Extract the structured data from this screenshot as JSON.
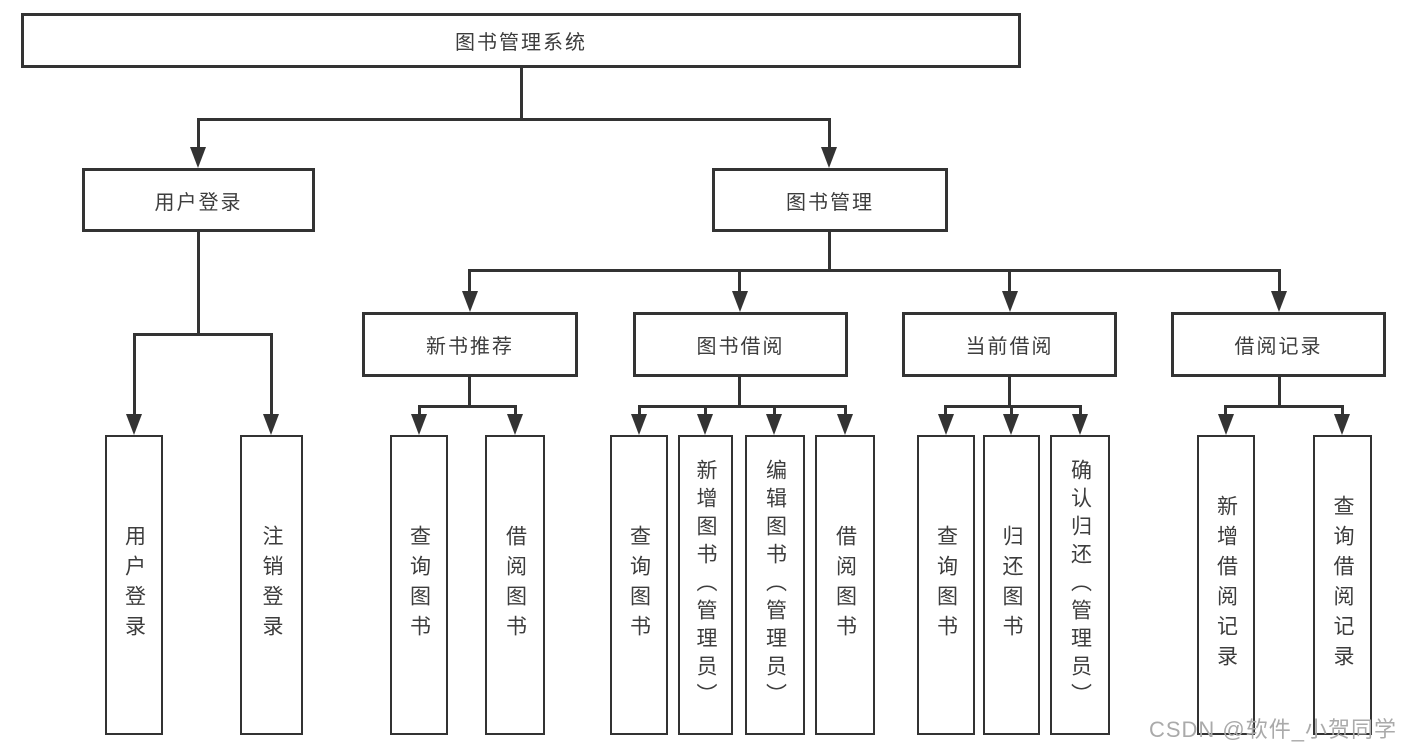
{
  "diagram_type": "functional-decomposition-tree",
  "tree": {
    "root": {
      "label": "图书管理系统",
      "children": [
        {
          "label": "用户登录",
          "children": [
            {
              "label": "用户登录"
            },
            {
              "label": "注销登录"
            }
          ]
        },
        {
          "label": "图书管理",
          "children": [
            {
              "label": "新书推荐",
              "children": [
                {
                  "label": "查询图书"
                },
                {
                  "label": "借阅图书"
                }
              ]
            },
            {
              "label": "图书借阅",
              "children": [
                {
                  "label": "查询图书"
                },
                {
                  "label": "新增图书（管理员）"
                },
                {
                  "label": "编辑图书（管理员）"
                },
                {
                  "label": "借阅图书"
                }
              ]
            },
            {
              "label": "当前借阅",
              "children": [
                {
                  "label": "查询图书"
                },
                {
                  "label": "归还图书"
                },
                {
                  "label": "确认归还（管理员）"
                }
              ]
            },
            {
              "label": "借阅记录",
              "children": [
                {
                  "label": "新增借阅记录"
                },
                {
                  "label": "查询借阅记录"
                }
              ]
            }
          ]
        }
      ]
    }
  },
  "watermark": {
    "text": "CSDN @软件_小贺同学"
  },
  "colors": {
    "line": "#333333",
    "box_border": "#333333",
    "text": "#3d3d3d",
    "watermark": "#aaaaaa",
    "background": "#ffffff"
  }
}
